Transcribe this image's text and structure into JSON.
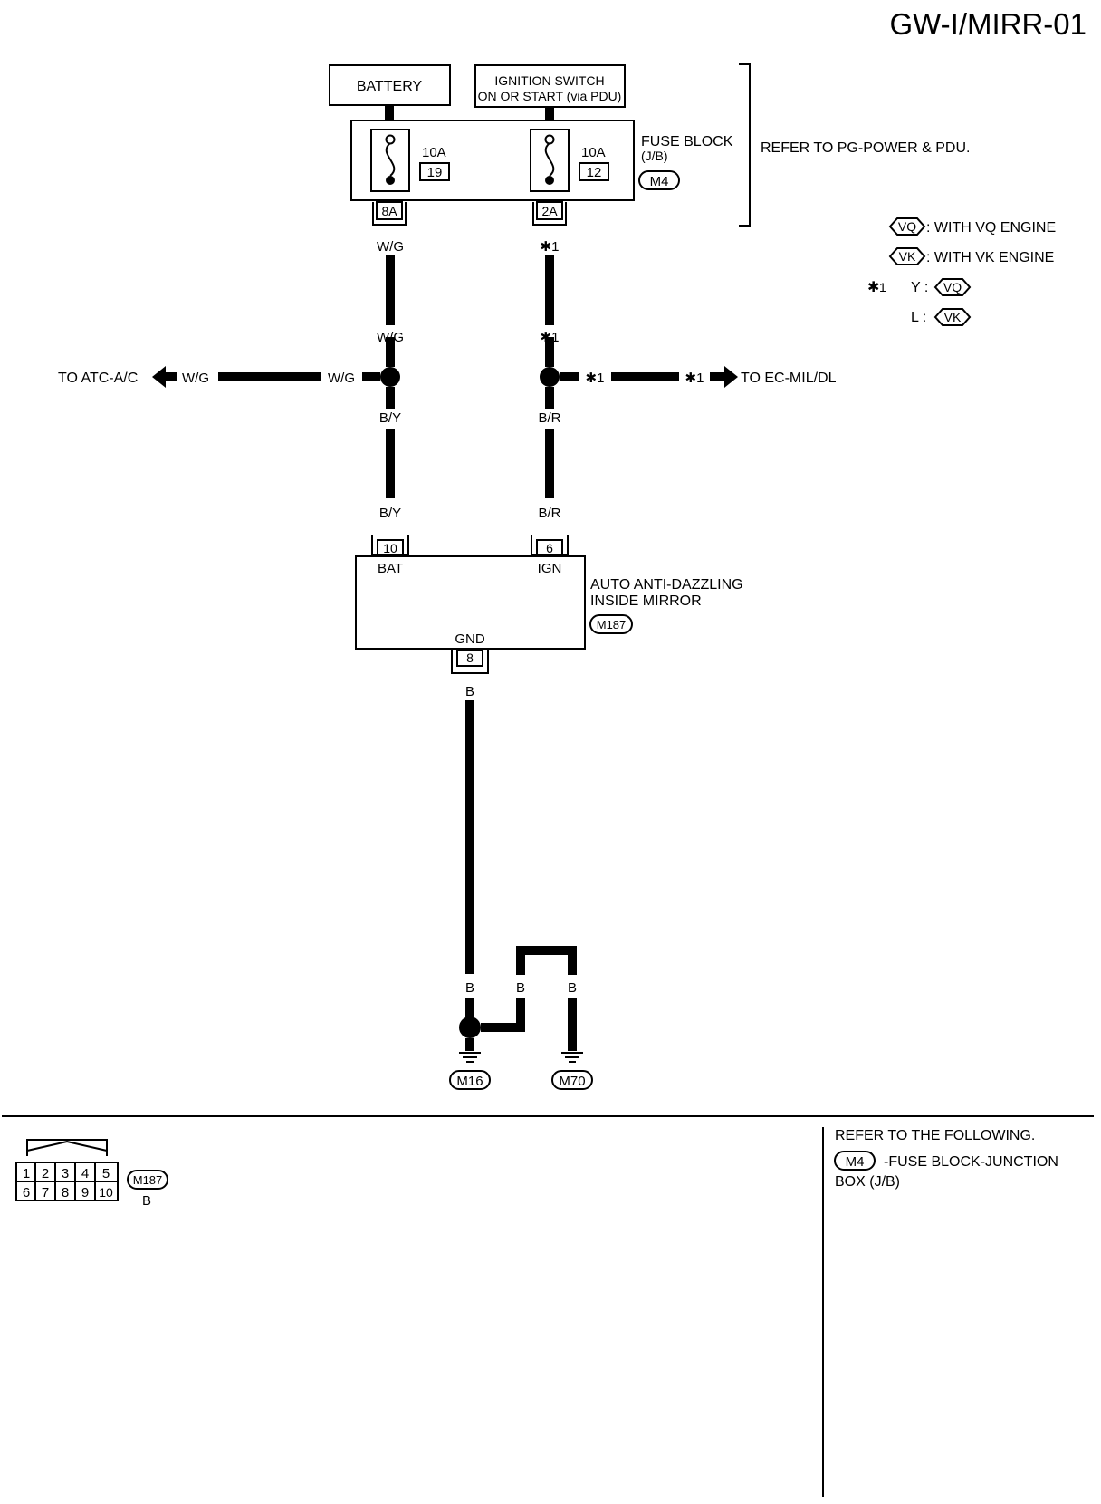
{
  "title": "GW-I/MIRR-01",
  "battery": "BATTERY",
  "ignition": {
    "line1": "IGNITION SWITCH",
    "line2": "ON OR START (via PDU)"
  },
  "fuse_block": {
    "line1": "FUSE BLOCK",
    "line2": "(J/B)",
    "connector": "M4",
    "refer": "REFER TO PG-POWER & PDU.",
    "fuse_left": {
      "amp": "10A",
      "number": "19",
      "terminal": "8A"
    },
    "fuse_right": {
      "amp": "10A",
      "number": "12",
      "terminal": "2A"
    }
  },
  "legend": {
    "vq_tag": "VQ",
    "vq_text": ": WITH VQ ENGINE",
    "vk_tag": "VK",
    "vk_text": ": WITH VK ENGINE",
    "star": "✱",
    "star_num": "1",
    "y_label": "Y :",
    "l_label": "L :"
  },
  "wires": {
    "wg": "W/G",
    "by": "B/Y",
    "br": "B/R",
    "b": "B",
    "star1": "✱1"
  },
  "branches": {
    "left_dest": "TO ATC-A/C",
    "right_dest": "TO EC-MIL/DL"
  },
  "mirror": {
    "line1": "AUTO ANTI-DAZZLING",
    "line2": "INSIDE MIRROR",
    "connector": "M187",
    "bat_label": "BAT",
    "bat_pin": "10",
    "ign_label": "IGN",
    "ign_pin": "6",
    "gnd_label": "GND",
    "gnd_pin": "8"
  },
  "grounds": {
    "left": "M16",
    "right": "M70"
  },
  "connector_view": {
    "row1": [
      "1",
      "2",
      "3",
      "4",
      "5"
    ],
    "row2": [
      "6",
      "7",
      "8",
      "9",
      "10"
    ],
    "id": "M187",
    "color": "B"
  },
  "refer_following": {
    "heading": "REFER TO THE FOLLOWING.",
    "connector": "M4",
    "line1": "-FUSE BLOCK-JUNCTION",
    "line2": "BOX (J/B)"
  }
}
